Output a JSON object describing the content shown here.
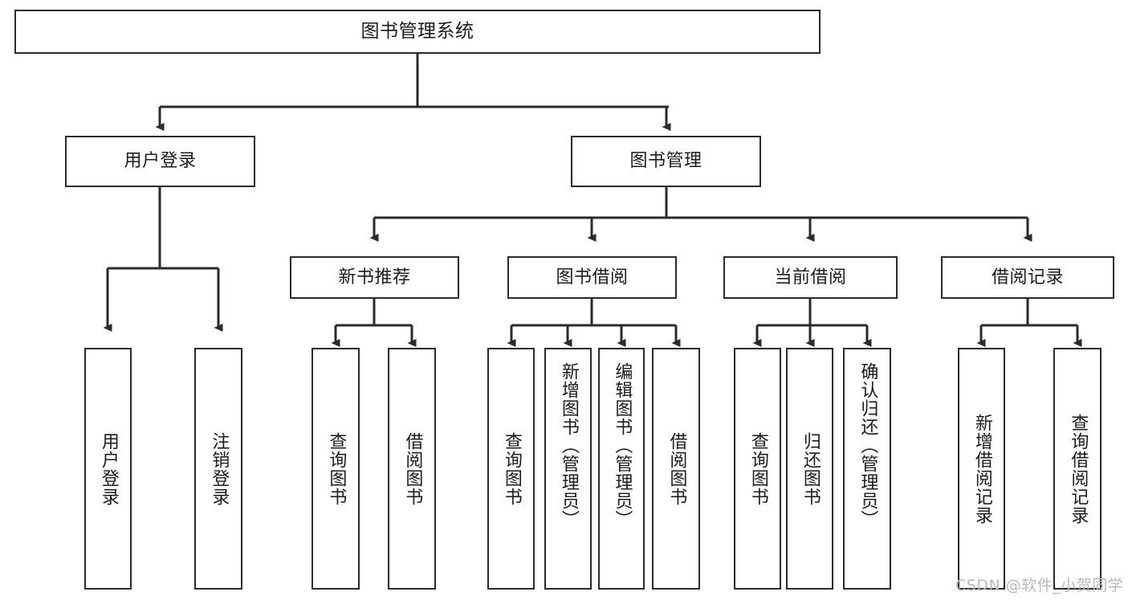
{
  "diagram": {
    "title": "图书管理系统",
    "watermark": "CSDN @软件_小贺同学",
    "colors": {
      "stroke": "#2b2b2b",
      "fill": "#ffffff",
      "text": "#1c1c1c",
      "watermark": "#b9b9b9"
    },
    "root": {
      "label": "图书管理系统"
    },
    "level2": [
      {
        "label": "用户登录"
      },
      {
        "label": "图书管理"
      }
    ],
    "level3": [
      {
        "label": "新书推荐"
      },
      {
        "label": "图书借阅"
      },
      {
        "label": "当前借阅"
      },
      {
        "label": "借阅记录"
      }
    ],
    "leaves": {
      "user_login": [
        {
          "label": "用户登录"
        },
        {
          "label": "注销登录"
        }
      ],
      "new_book_recommend": [
        {
          "label": "查询图书"
        },
        {
          "label": "借阅图书"
        }
      ],
      "book_borrow": [
        {
          "label": "查询图书"
        },
        {
          "label": "新增图书（管理员）"
        },
        {
          "label": "编辑图书（管理员）"
        },
        {
          "label": "借阅图书"
        }
      ],
      "current_borrow": [
        {
          "label": "查询图书"
        },
        {
          "label": "归还图书"
        },
        {
          "label": "确认归还（管理员）"
        }
      ],
      "borrow_record": [
        {
          "label": "新增借阅记录"
        },
        {
          "label": "查询借阅记录"
        }
      ]
    }
  }
}
